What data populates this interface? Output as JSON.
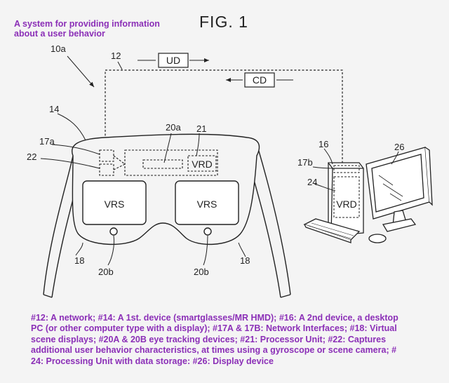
{
  "caption": {
    "line1": "A system for providing information",
    "line2": "about a user behavior"
  },
  "figure_title": "FIG. 1",
  "refs": {
    "r10a": "10a",
    "r12": "12",
    "r14": "14",
    "r16": "16",
    "r17a": "17a",
    "r17b": "17b",
    "r18_left": "18",
    "r18_right": "18",
    "r20a": "20a",
    "r20b_left": "20b",
    "r20b_right": "20b",
    "r21": "21",
    "r22": "22",
    "r24": "24",
    "r26": "26"
  },
  "boxes": {
    "ud": "UD",
    "cd": "CD",
    "vrd_glasses": "VRD",
    "vrd_pc": "VRD",
    "vrs_left": "VRS",
    "vrs_right": "VRS"
  },
  "legend": {
    "line1": "#12: A network; #14: A 1st. device (smartglasses/MR HMD); #16: A 2nd device, a desktop",
    "line2": "PC (or other computer type with a display); #17A & 17B: Network Interfaces; #18: Virtual",
    "line3": "scene displays; #20A & 20B eye tracking devices; #21: Processor Unit; #22: Captures",
    "line4": "additional user behavior characteristics, at times using a gyroscope or scene camera; #",
    "line5": "24: Processing Unit with data storage: #26: Display device"
  }
}
